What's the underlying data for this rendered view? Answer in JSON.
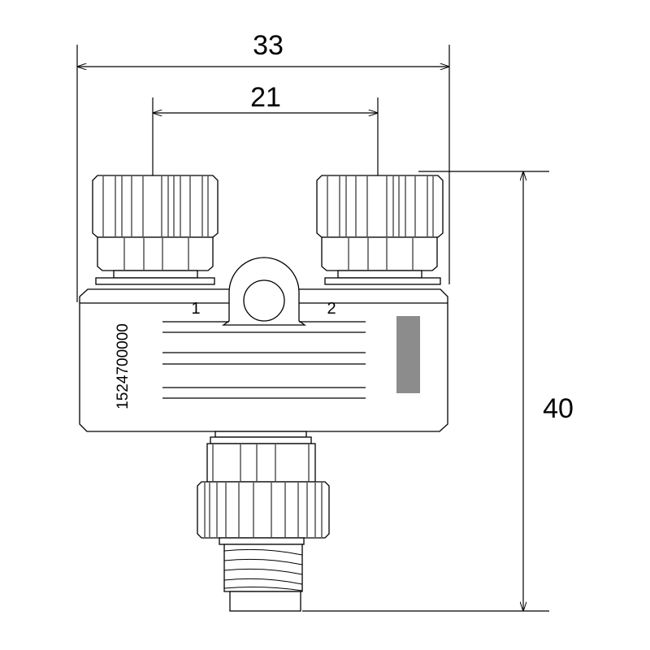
{
  "dimensions": {
    "overall_width": "33",
    "port_spacing": "21",
    "overall_height": "40"
  },
  "ports": {
    "port1_label": "1",
    "port2_label": "2"
  },
  "part_number": "1524700000",
  "colors": {
    "line": "#000000",
    "background": "#ffffff",
    "marker_patch": "#8c8c8c"
  }
}
